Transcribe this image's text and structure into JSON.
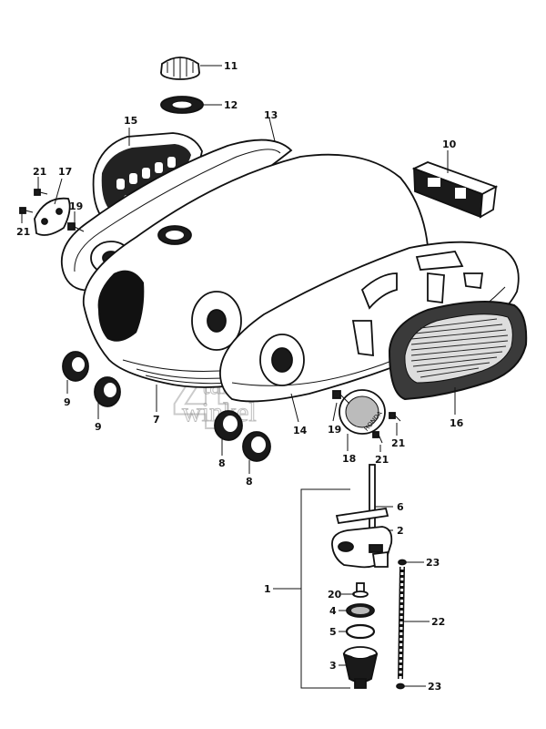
{
  "watermark": {
    "numeral": "4",
    "line1": "takt",
    "line2": "winkel"
  },
  "badge_text": "HONDA",
  "callouts": {
    "c1": "1",
    "c2": "2",
    "c3": "3",
    "c4": "4",
    "c5": "5",
    "c6": "6",
    "c7": "7",
    "c8a": "8",
    "c8b": "8",
    "c9a": "9",
    "c9b": "9",
    "c10": "10",
    "c11": "11",
    "c12": "12",
    "c13": "13",
    "c14": "14",
    "c15": "15",
    "c16": "16",
    "c17": "17",
    "c18": "18",
    "c19a": "19",
    "c19b": "19",
    "c20": "20",
    "c21a": "21",
    "c21b": "21",
    "c21c": "21",
    "c21d": "21",
    "c22": "22",
    "c23a": "23",
    "c23b": "23"
  }
}
